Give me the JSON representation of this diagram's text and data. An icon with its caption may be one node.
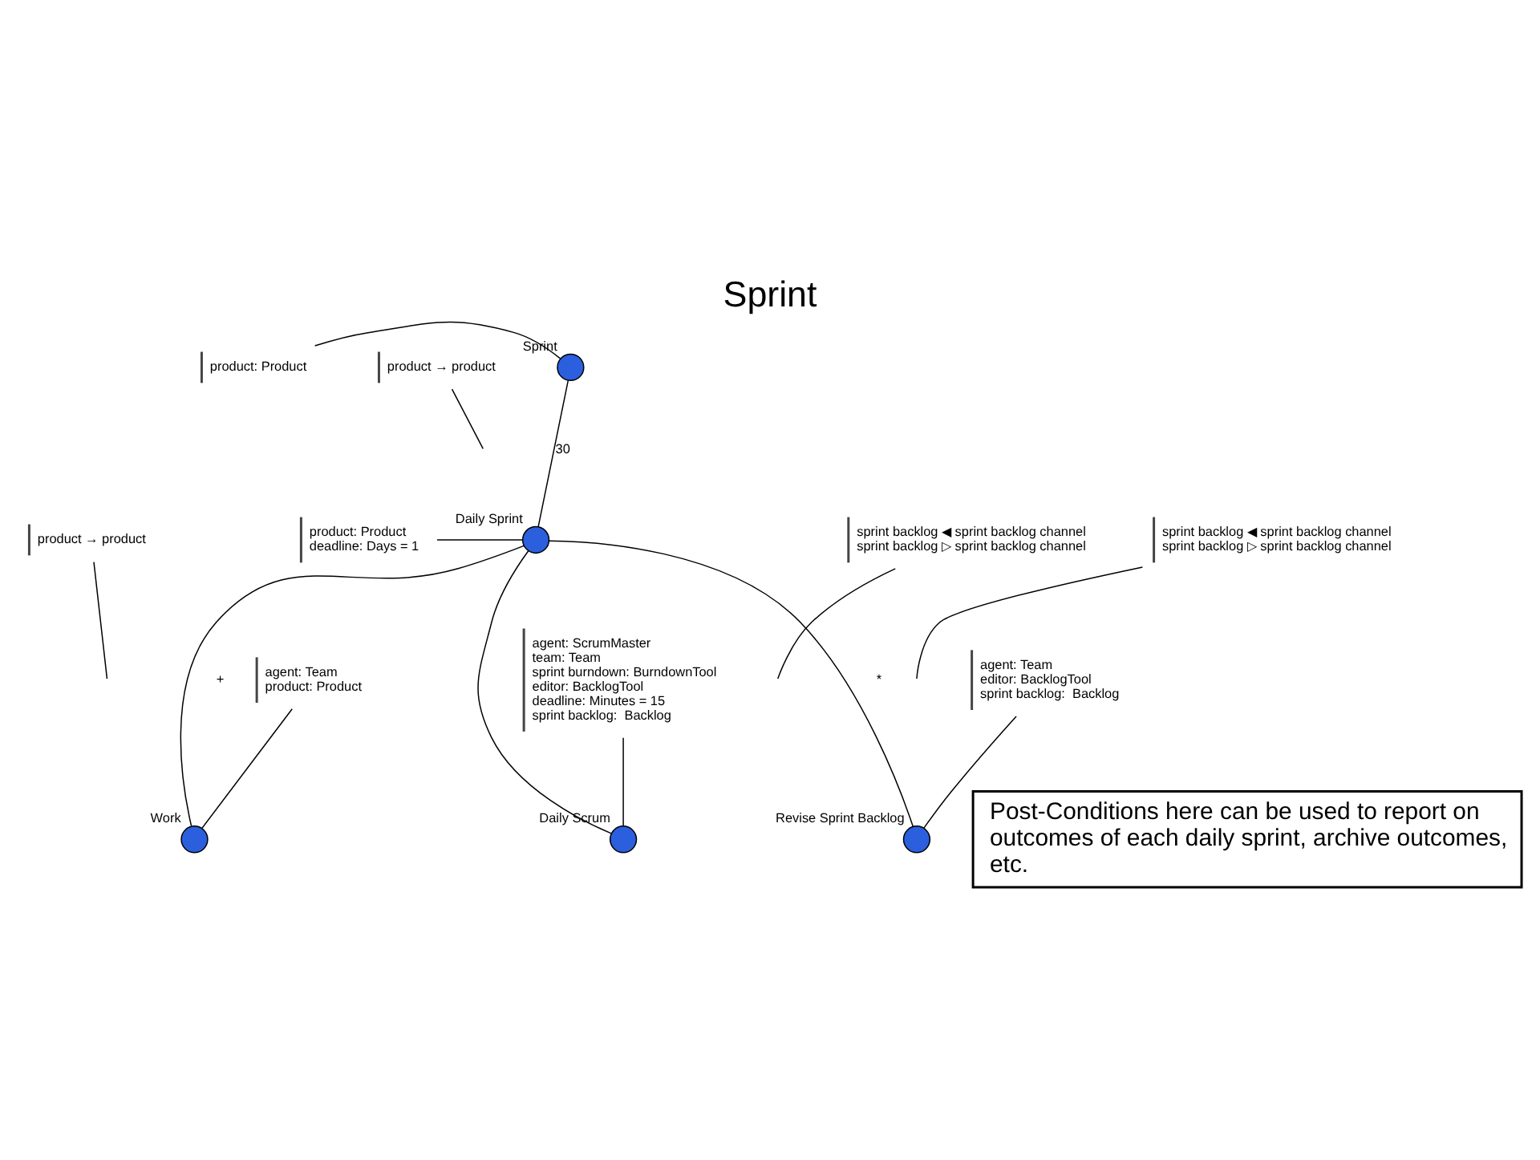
{
  "diagram": {
    "title": "Sprint",
    "nodes": [
      {
        "text": [
          "Sprint"
        ]
      },
      {
        "text": [
          "product: Product"
        ]
      },
      {
        "text": [
          "Daily Sprint"
        ]
      },
      {
        "text": [
          "product → product"
        ]
      },
      {
        "text": [
          "product: Product",
          "deadline: Days = 1"
        ]
      },
      {
        "text": [
          "sprint backlog ◀ sprint backlog channel",
          "sprint backlog ▷ sprint backlog channel"
        ]
      },
      {
        "text": [
          "Daily Scrum"
        ]
      },
      {
        "text": [
          "agent: ScrumMaster",
          "team: Team",
          "sprint burndown: BurndownTool",
          "editor: BacklogTool",
          "deadline: Minutes = 15",
          "sprint backlog:  Backlog"
        ]
      },
      {
        "text": [
          "Work"
        ]
      },
      {
        "text": [
          "product → product"
        ]
      },
      {
        "text": [
          "agent: Team",
          "product: Product"
        ]
      },
      {
        "text": [
          "Revise Sprint Backlog"
        ]
      },
      {
        "text": [
          "sprint backlog ◀ sprint backlog channel",
          "sprint backlog ▷ sprint backlog channel"
        ]
      },
      {
        "text": [
          "agent: Team",
          "editor: BacklogTool",
          "sprint backlog:  Backlog"
        ]
      },
      {
        "text": [
          "Post-Conditions here can be used to report on outcomes of each daily sprint, archive outcomes, etc."
        ]
      }
    ],
    "edges": [
      {
        "from": 1,
        "to": 0,
        "arrow": "none"
      },
      {
        "from": 0,
        "to": 2,
        "arrow": "none",
        "label": "30"
      },
      {
        "from": 3,
        "to": null,
        "arrow": "none"
      },
      {
        "from": 4,
        "to": 2,
        "arrow": "none"
      },
      {
        "from": 2,
        "to": 6,
        "arrow": "none"
      },
      {
        "from": 5,
        "to": null,
        "arrow": "none"
      },
      {
        "from": 7,
        "to": 6,
        "arrow": "none"
      },
      {
        "from": 2,
        "to": 8,
        "arrow": "none",
        "label": "+"
      },
      {
        "from": 9,
        "to": null,
        "arrow": "none"
      },
      {
        "from": 10,
        "to": 8,
        "arrow": "none"
      },
      {
        "from": 2,
        "to": 11,
        "arrow": "none",
        "label": "*"
      },
      {
        "from": 12,
        "to": null,
        "arrow": "none"
      },
      {
        "from": 13,
        "to": 11,
        "arrow": "none"
      }
    ]
  }
}
